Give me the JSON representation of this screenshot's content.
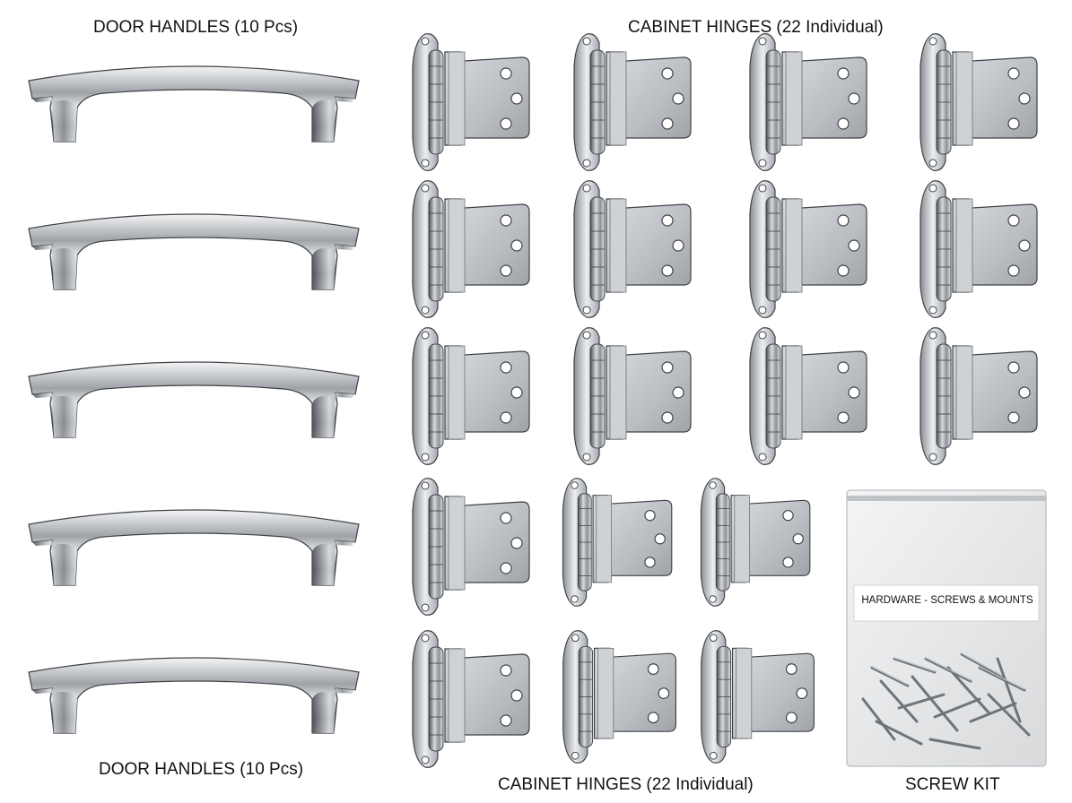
{
  "labels": {
    "handles_top": "DOOR HANDLES (10 Pcs)",
    "hinges_top": "CABINET HINGES (22 Individual)",
    "handles_bottom": "DOOR HANDLES (10 Pcs)",
    "hinges_bottom": "CABINET HINGES (22 Individual)",
    "screw_kit": "SCREW KIT"
  },
  "bag": {
    "label": "HARDWARE - SCREWS & MOUNTS"
  },
  "colors": {
    "metal_light": "#e4e6e8",
    "metal_mid": "#a9adb2",
    "metal_dark": "#3e4247",
    "background": "#ffffff"
  },
  "items": {
    "handle_count_shown": 5,
    "hinge_count_shown": 18
  }
}
